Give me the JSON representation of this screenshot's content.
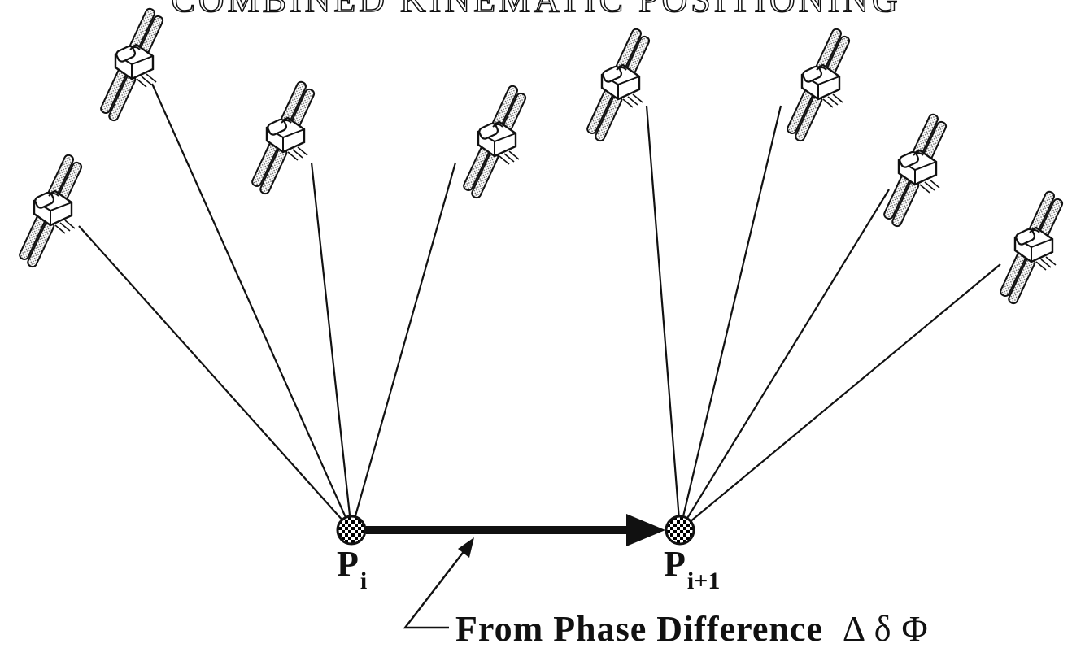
{
  "title": "COMBINED KINEMATIC POSITIONING",
  "points": [
    {
      "letter": "P",
      "subscript": "i"
    },
    {
      "letter": "P",
      "subscript": "i+1"
    }
  ],
  "caption": "From Phase Difference",
  "caption_symbols": "Δ δ Φ",
  "icons": {
    "satellite": "satellite-icon",
    "receiver": "checkered-receiver-icon"
  }
}
